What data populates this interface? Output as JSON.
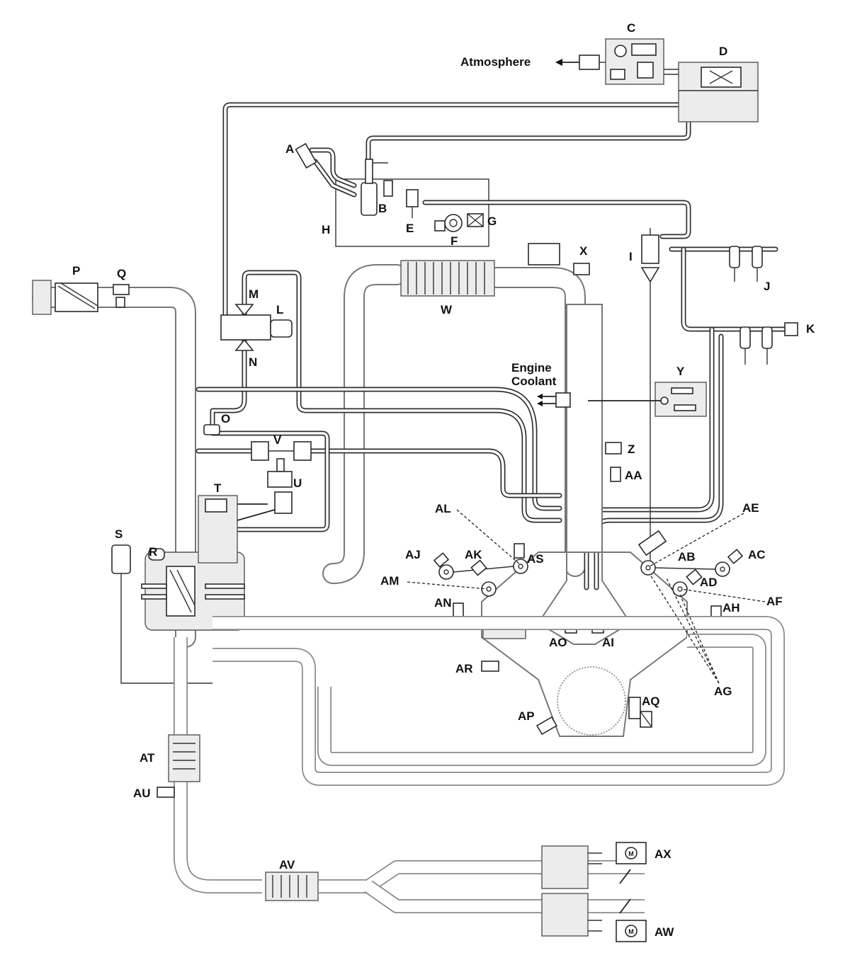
{
  "labels": {
    "atmosphere": "Atmosphere",
    "engine_coolant": [
      "Engine",
      "Coolant"
    ],
    "A": "A",
    "B": "B",
    "C": "C",
    "D": "D",
    "E": "E",
    "F": "F",
    "G": "G",
    "H": "H",
    "I": "I",
    "J": "J",
    "K": "K",
    "L": "L",
    "M": "M",
    "N": "N",
    "O": "O",
    "P": "P",
    "Q": "Q",
    "R": "R",
    "S": "S",
    "T": "T",
    "U": "U",
    "V": "V",
    "W": "W",
    "X": "X",
    "Y": "Y",
    "Z": "Z",
    "AA": "AA",
    "AB": "AB",
    "AC": "AC",
    "AD": "AD",
    "AE": "AE",
    "AF": "AF",
    "AG": "AG",
    "AH": "AH",
    "AI": "AI",
    "AJ": "AJ",
    "AK": "AK",
    "AL": "AL",
    "AM": "AM",
    "AN": "AN",
    "AO": "AO",
    "AP": "AP",
    "AQ": "AQ",
    "AR": "AR",
    "AS": "AS",
    "AT": "AT",
    "AU": "AU",
    "AV": "AV",
    "AW": "AW",
    "AX": "AX"
  },
  "motor_symbol": "M",
  "colors": {
    "line": "#2f2f2f",
    "duct": "#777777",
    "text": "#111111"
  }
}
